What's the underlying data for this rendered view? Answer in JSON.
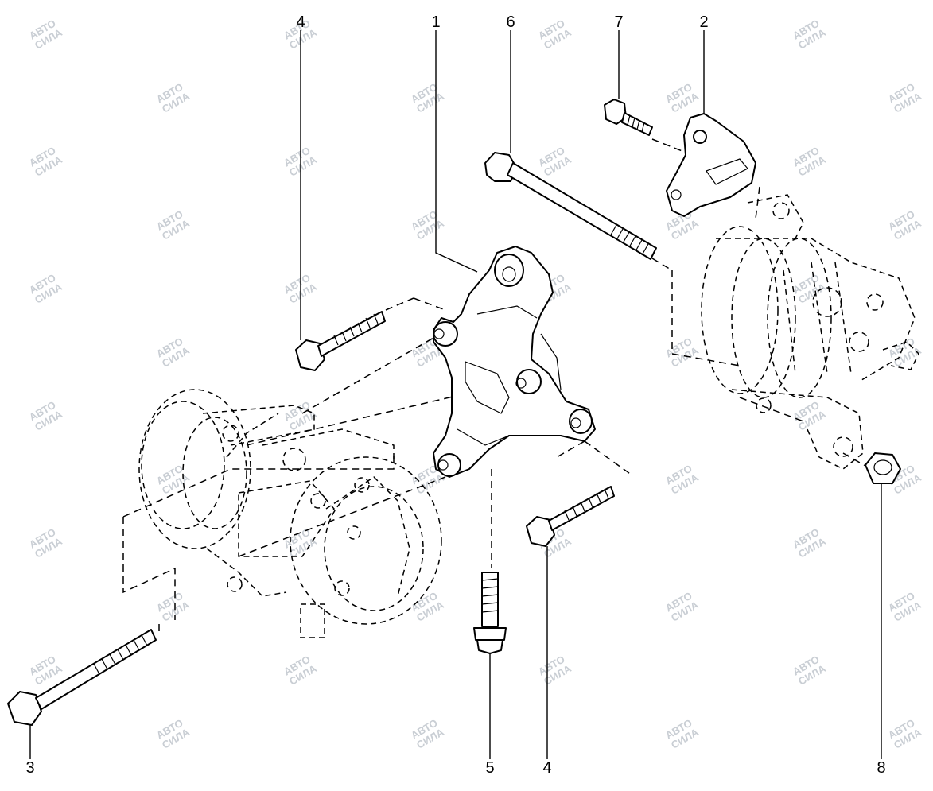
{
  "watermark": {
    "line1": "АВТО",
    "line2": "СИЛА",
    "color": "#c9ced4"
  },
  "callouts": [
    {
      "id": "mounting-bracket",
      "number": "1"
    },
    {
      "id": "tension-bracket",
      "number": "2"
    },
    {
      "id": "long-bolt-compressor",
      "number": "3"
    },
    {
      "id": "bolt-upper",
      "number": "4"
    },
    {
      "id": "bolt-lower",
      "number": "4"
    },
    {
      "id": "bolt-vertical",
      "number": "5"
    },
    {
      "id": "long-bolt-alternator",
      "number": "6"
    },
    {
      "id": "small-bolt",
      "number": "7"
    },
    {
      "id": "nut",
      "number": "8"
    }
  ]
}
